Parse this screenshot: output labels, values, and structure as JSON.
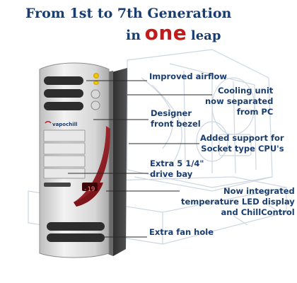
{
  "headline": {
    "line1": "From 1st to 7th Generation",
    "line2_part1": "in",
    "line2_part2": "one",
    "line2_part3": "leap"
  },
  "product": {
    "brand": "vapochill",
    "led_readout": "-19"
  },
  "callouts": [
    {
      "lines": [
        "Improved airflow"
      ]
    },
    {
      "lines": [
        "Cooling unit",
        "now separated",
        "from PC"
      ]
    },
    {
      "lines": [
        "Designer",
        "front bezel"
      ]
    },
    {
      "lines": [
        "Added support for",
        "Socket type CPU's"
      ]
    },
    {
      "lines": [
        "Extra 5 1/4\"",
        "drive bay"
      ]
    },
    {
      "lines": [
        "Now integrated",
        "temperature LED display",
        "and ChillControl"
      ]
    },
    {
      "lines": [
        "Extra fan hole"
      ]
    }
  ],
  "colors": {
    "heading_blue": "#1a3d6e",
    "accent_red": "#c41a1a",
    "bezel_red": "#9e1b24",
    "case_dark": "#3a3a3a",
    "case_silver": "#dcdcdc"
  }
}
